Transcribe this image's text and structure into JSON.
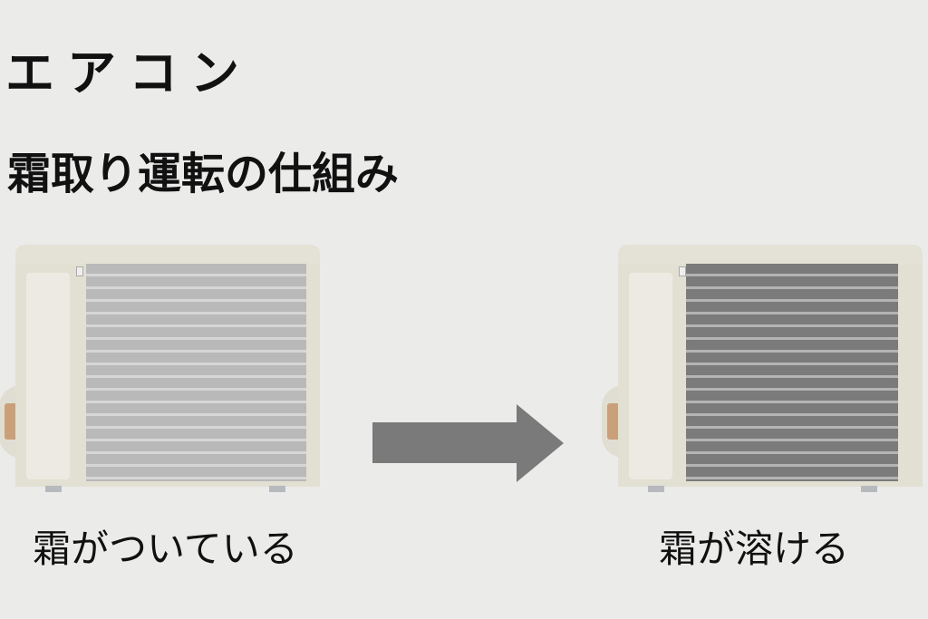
{
  "title": "エアコン",
  "subtitle": "霜取り運転の仕組み",
  "units": [
    {
      "label": "霜がついている",
      "state": "frosted"
    },
    {
      "label": "霜が溶ける",
      "state": "melted"
    }
  ],
  "colors": {
    "background": "#ebebea",
    "arrow": "#7a7a7a",
    "frost_fins": "#b9b9b9",
    "melted_fins": "#7b7b7b",
    "casing": "#e2dfd3"
  }
}
